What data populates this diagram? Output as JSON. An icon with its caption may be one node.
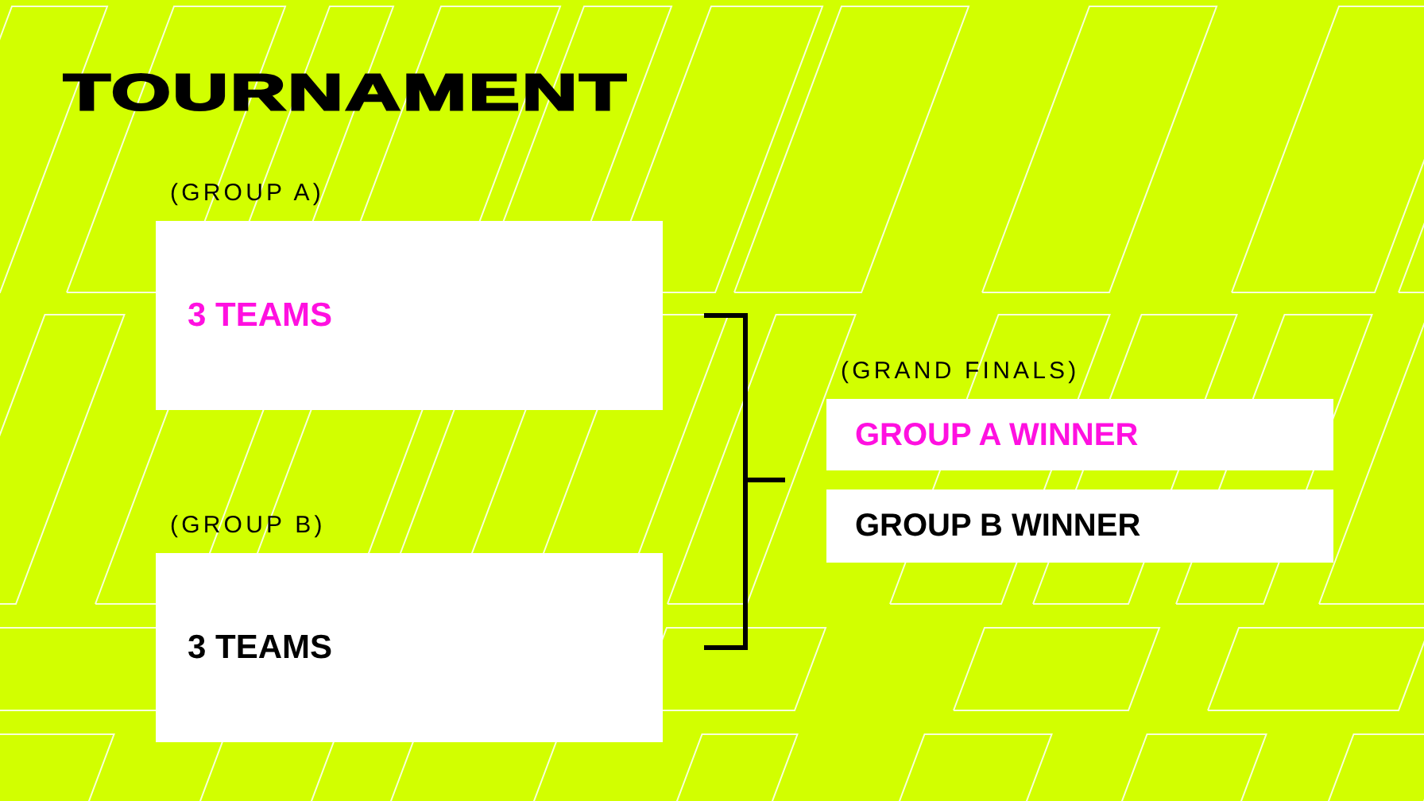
{
  "diagram": {
    "title": "TOURNAMENT",
    "nodes": [
      {
        "text": [
          "(GROUP A)",
          "3 TEAMS"
        ]
      },
      {
        "text": [
          "(GROUP B)",
          "3 TEAMS"
        ]
      },
      {
        "text": [
          "(GRAND FINALS)",
          "GROUP A WINNER"
        ]
      },
      {
        "text": [
          "GROUP B WINNER"
        ]
      }
    ],
    "edges": [
      {
        "from": 0,
        "to": null,
        "arrow": "none"
      },
      {
        "from": 1,
        "to": null,
        "arrow": "none"
      }
    ]
  }
}
